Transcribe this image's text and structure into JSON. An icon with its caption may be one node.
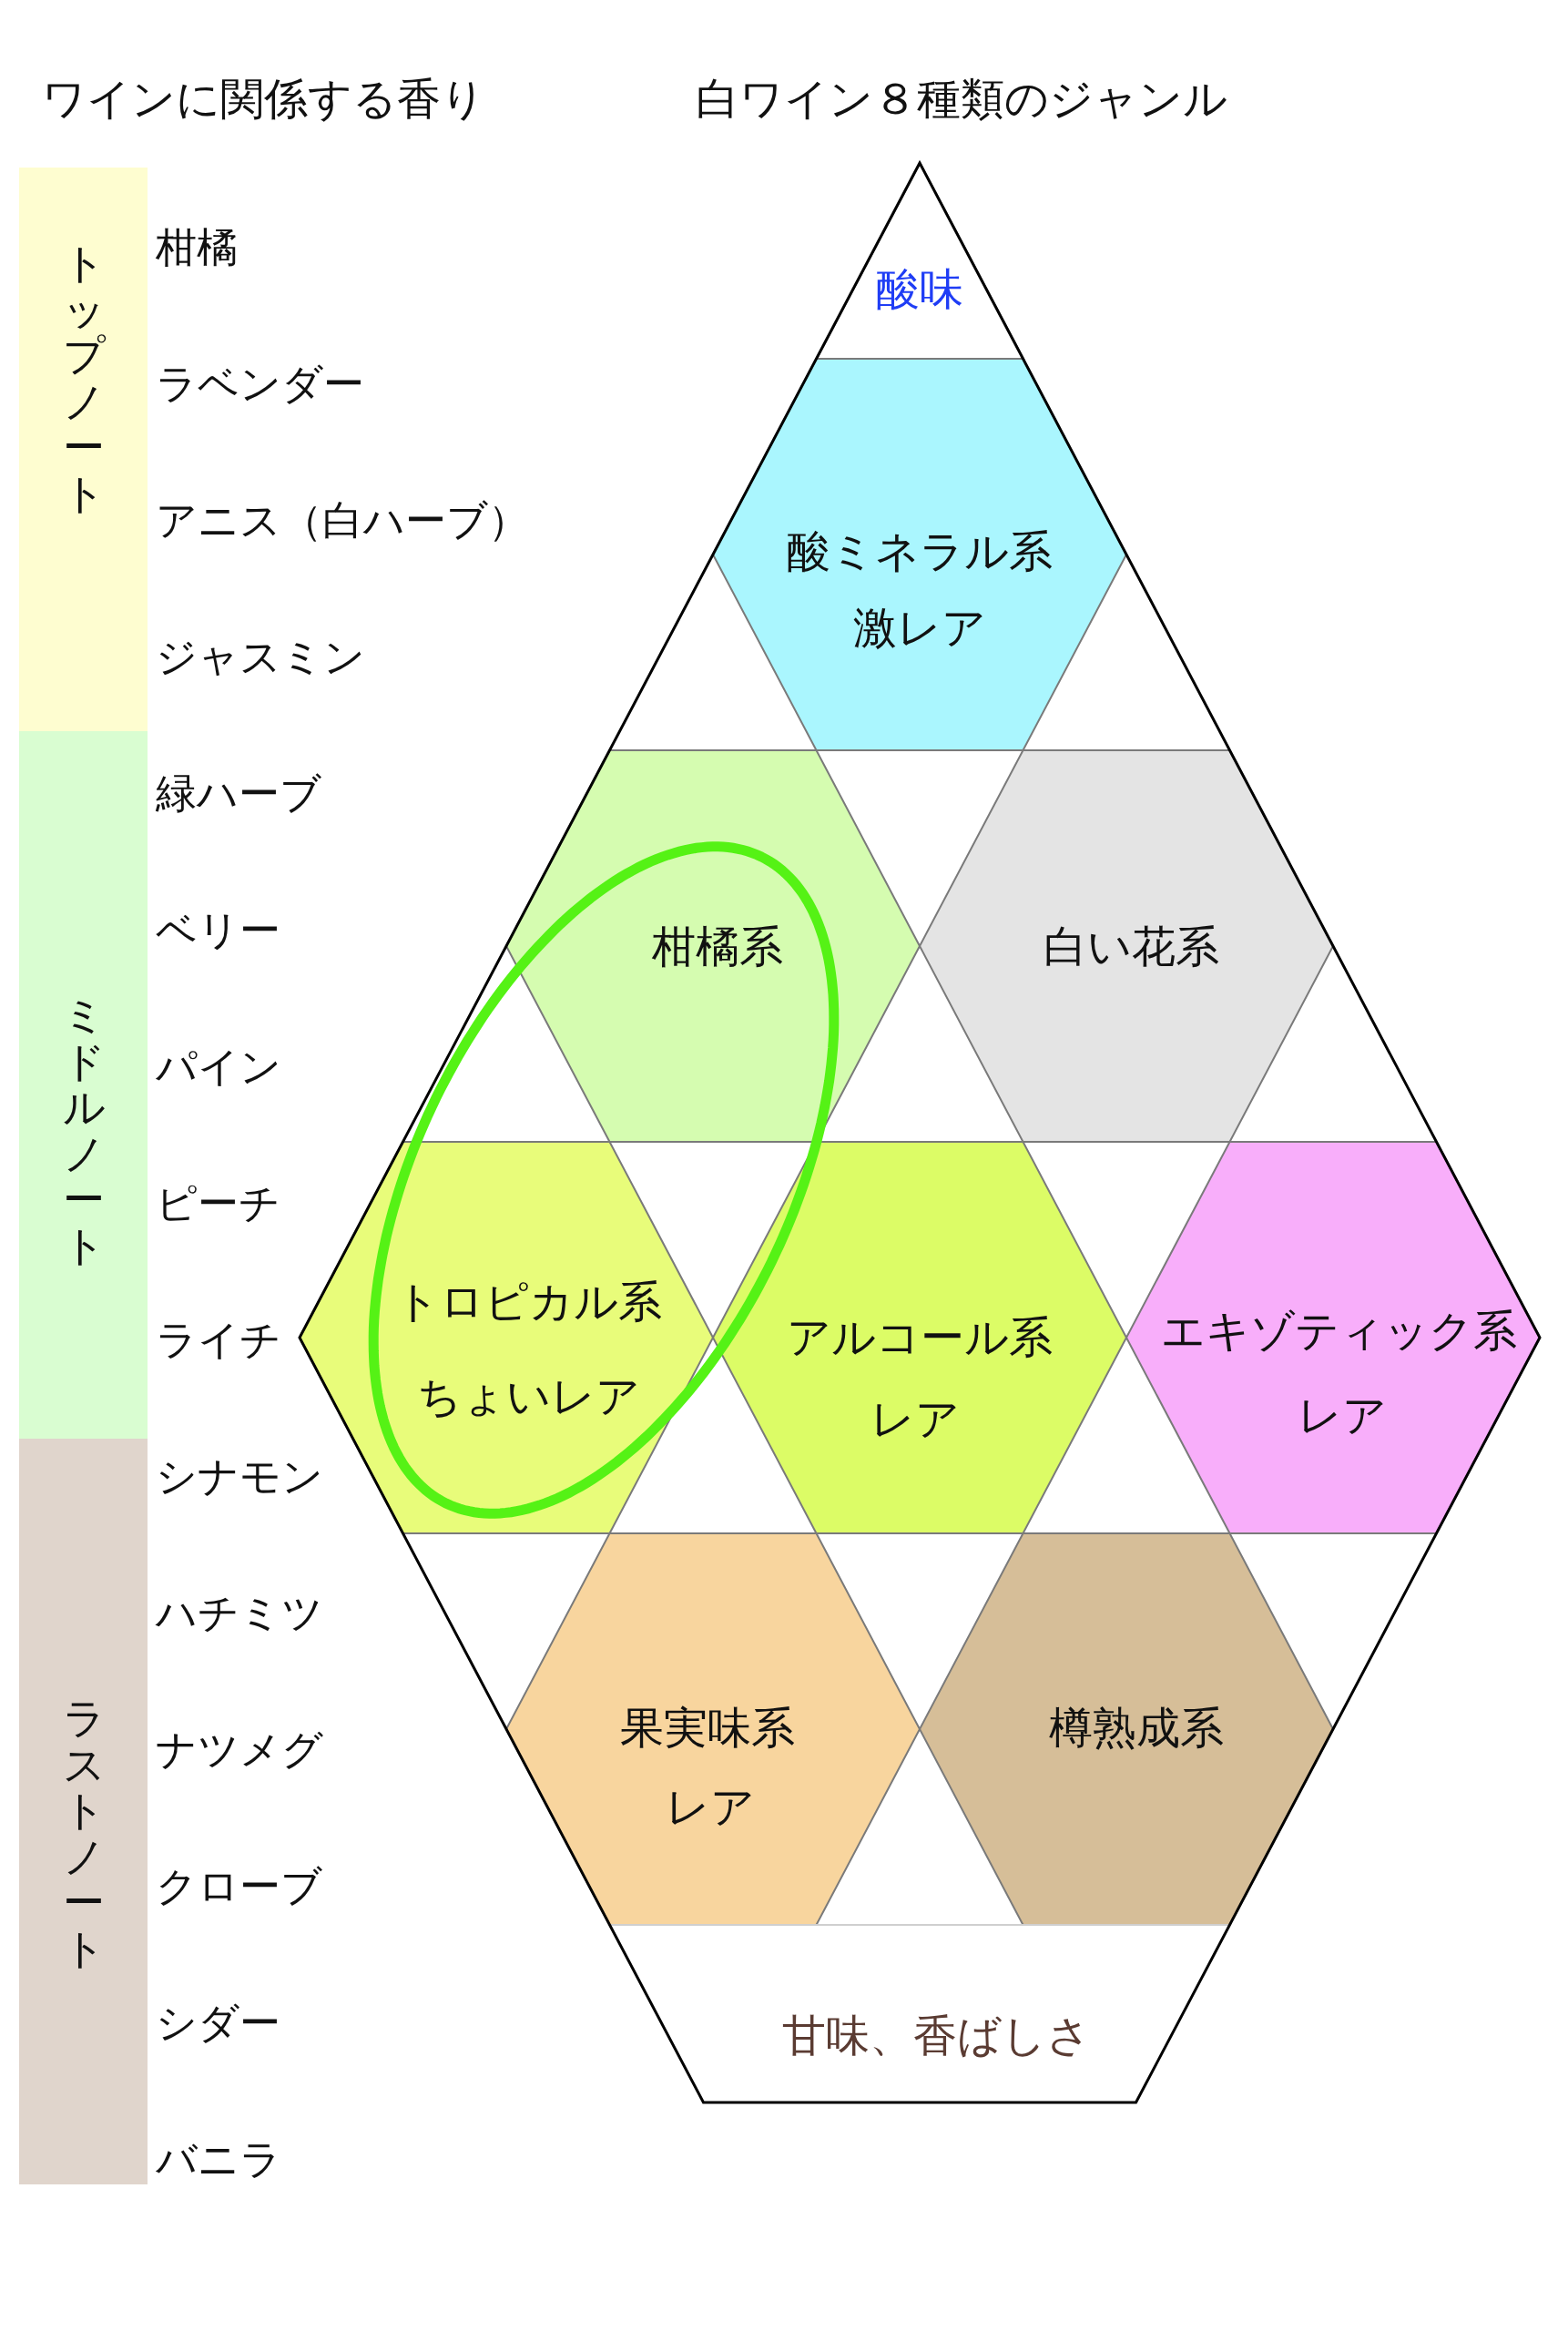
{
  "diagram": {
    "nodes": [
      {
        "text": [
          "トップノート"
        ],
        "beside": [
          "柑橘",
          "ラベンダー",
          "アニス（白ハーブ）",
          "ジャスミン"
        ]
      },
      {
        "text": [
          "ミドルノート"
        ],
        "beside": [
          "緑ハーブ",
          "ベリー",
          "パイン",
          "ピーチ",
          "ライチ"
        ]
      },
      {
        "text": [
          "ラストノート"
        ],
        "beside": [
          "シナモン",
          "ハチミツ",
          "ナツメグ",
          "クローブ",
          "シダー",
          "バニラ"
        ]
      },
      {
        "text": [
          "酸味"
        ]
      },
      {
        "text": [
          "酸ミネラル系",
          "激レア"
        ]
      },
      {
        "text": [
          "柑橘系"
        ]
      },
      {
        "text": [
          "白い花系"
        ]
      },
      {
        "text": [
          "トロピカル系",
          "ちょいレア"
        ]
      },
      {
        "text": [
          "アルコール系",
          "レア"
        ]
      },
      {
        "text": [
          "エキゾティック系",
          "レア"
        ]
      },
      {
        "text": [
          "果実味系",
          "レア"
        ]
      },
      {
        "text": [
          "樽熟成系"
        ]
      },
      {
        "text": [
          "甘味、香ばしさ"
        ]
      }
    ],
    "labels": [
      "ワインに関係する香り",
      "白ワイン８種類のジャンル"
    ]
  }
}
